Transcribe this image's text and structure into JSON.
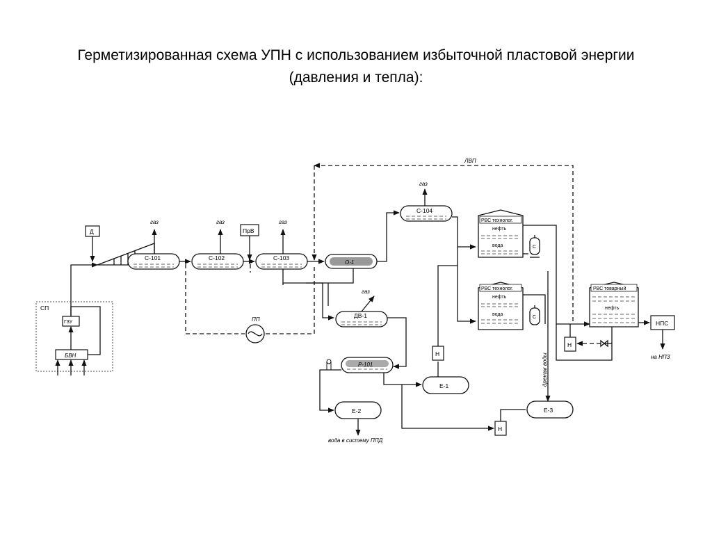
{
  "title": {
    "line1": "Герметизированная схема УПН с использованием избыточной пластовой энергии",
    "line2": "(давления и тепла):"
  },
  "diagram": {
    "labels": {
      "lvp": "ЛВП",
      "gas": "газ",
      "d": "Д",
      "prv": "ПрВ",
      "pp": "ПП",
      "sp": "СП",
      "gzu": "ГЗУ",
      "bvn": "БВН",
      "c101": "С-101",
      "c102": "С-102",
      "c103": "С-103",
      "c104": "С-104",
      "o1": "О-1",
      "dv1": "ДВ-1",
      "r101": "Р-101",
      "e1": "Е-1",
      "e2": "Е-2",
      "e3": "Е-3",
      "n": "Н",
      "c": "С",
      "rvs_tech": "РВС технолог.",
      "rvs_tov": "РВС товарный",
      "neft": "нефть",
      "voda": "вода",
      "nps": "НПС",
      "na_npz": "на НПЗ",
      "voda_ppd": "вода в систему ППД",
      "drenazh": "дренаж воды"
    }
  }
}
